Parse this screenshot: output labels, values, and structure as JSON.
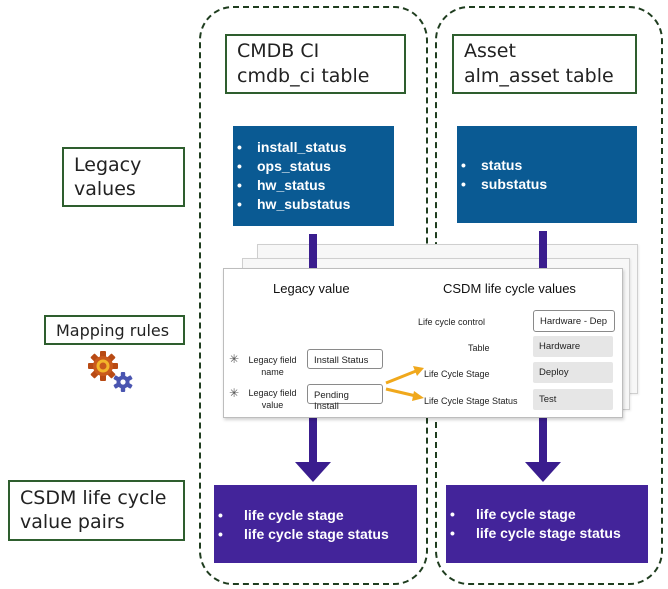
{
  "columns": {
    "cmdb": {
      "title": "CMDB CI",
      "subtitle": "cmdb_ci table"
    },
    "asset": {
      "title": "Asset",
      "subtitle": "alm_asset table"
    }
  },
  "side_labels": {
    "legacy": {
      "line1": "Legacy",
      "line2": "values"
    },
    "mapping": "Mapping rules",
    "csdm": {
      "line1": "CSDM life cycle",
      "line2": "value pairs"
    }
  },
  "legacy_values": {
    "cmdb": [
      "install_status",
      "ops_status",
      "hw_status",
      "hw_substatus"
    ],
    "asset": [
      "status",
      "substatus"
    ]
  },
  "csdm_pairs": {
    "cmdb": [
      "life cycle stage",
      "life cycle stage status"
    ],
    "asset": [
      "life cycle stage",
      "life cycle stage status"
    ]
  },
  "form": {
    "header_legacy": "Legacy value",
    "header_csdm": "CSDM life cycle values",
    "legacy_field_label": "Legacy field name",
    "legacy_field_value": "Install Status",
    "legacy_value_label": "Legacy field value",
    "legacy_value_value": "Pending Install",
    "required_mark": "✳",
    "life_cycle_control_label": "Life cycle control",
    "life_cycle_control_value": "Hardware - Dep",
    "table_label": "Table",
    "table_value": "Hardware",
    "stage_label": "Life Cycle Stage",
    "stage_value": "Deploy",
    "stage_status_label": "Life Cycle Stage Status",
    "stage_status_value": "Test"
  },
  "icons": {
    "mapping": "gears-icon"
  },
  "colors": {
    "blue_box": "#0a5a93",
    "purple_box": "#43249a",
    "arrow": "#3a1d8e",
    "mapping_arrow": "#f0a81c",
    "border_green": "#2e5e2e"
  }
}
